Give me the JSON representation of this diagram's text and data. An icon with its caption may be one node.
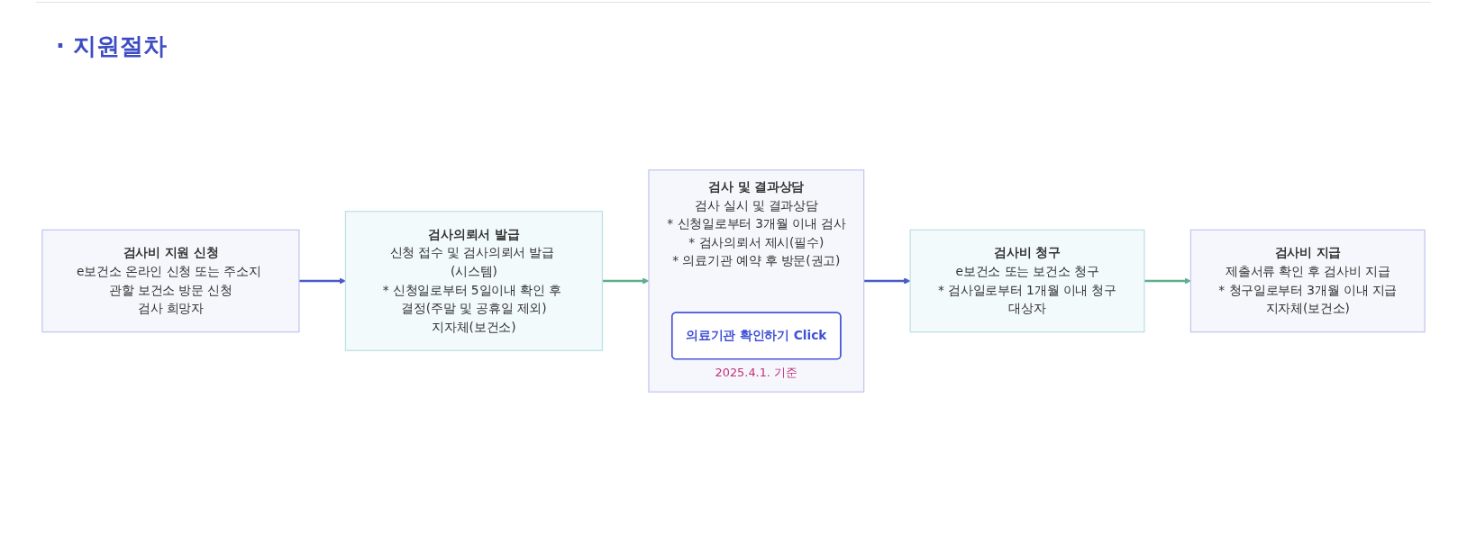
{
  "diagram": {
    "title": "· 지원절차",
    "nodes": [
      {
        "text": [
          "검사비 지원 신청",
          "e보건소 온라인 신청 또는 주소지 관할 보건소 방문 신청",
          "검사 희망자"
        ]
      },
      {
        "text": [
          "검사의뢰서 발급",
          "신청 접수 및 검사의뢰서 발급 (시스템)",
          "* 신청일로부터 5일이내 확인 후 결정(주말 및 공휴일 제외)",
          "지자체(보건소)"
        ]
      },
      {
        "text": [
          "검사 및 결과상담",
          "검사 실시 및 결과상담",
          "* 신청일로부터 3개월 이내 검사",
          "* 검사의뢰서 제시(필수)",
          "* 의료기관 예약 후 방문(권고)"
        ]
      },
      {
        "text": [
          "의료기관 확인하기 Click"
        ],
        "in": 2,
        "beside": [
          "2025.4.1. 기준"
        ]
      },
      {
        "text": [
          "검사비 청구",
          "e보건소 또는 보건소 청구",
          "* 검사일로부터 1개월 이내 청구",
          "대상자"
        ]
      },
      {
        "text": [
          "검사비 지급",
          "제출서류 확인 후 검사비 지급",
          "* 청구일로부터 3개월 이내 지급",
          "지자체(보건소)"
        ]
      }
    ],
    "edges": [
      {
        "from": 0,
        "to": 1,
        "arrow": "to",
        "color": "#4a5bc6"
      },
      {
        "from": 1,
        "to": 2,
        "arrow": "to",
        "color": "#5fae8c"
      },
      {
        "from": 2,
        "to": 4,
        "arrow": "to",
        "color": "#4a5bc6"
      },
      {
        "from": 4,
        "to": 5,
        "arrow": "to",
        "color": "#5fae8c"
      }
    ]
  }
}
